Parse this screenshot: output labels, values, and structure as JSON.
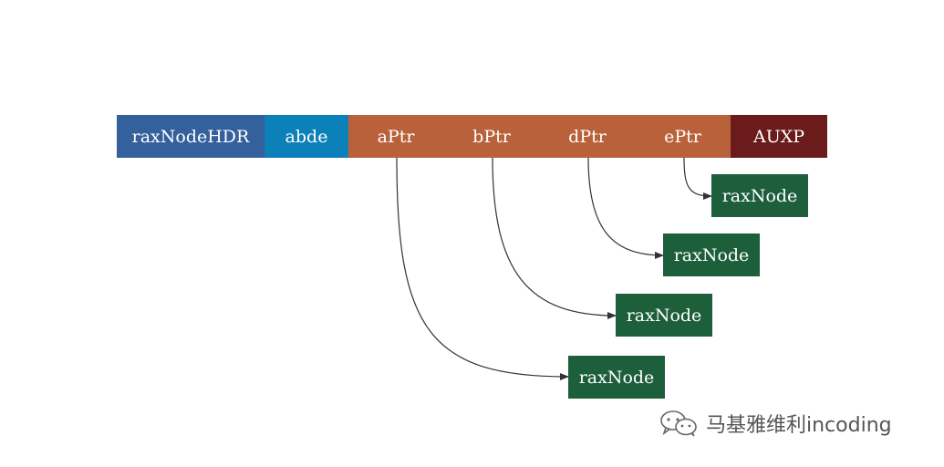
{
  "header_segments": [
    {
      "label": "raxNodeHDR",
      "color": "#34609c"
    },
    {
      "label": "abde",
      "color": "#0c80b8"
    },
    {
      "label": "aPtr",
      "color": "#b9613a"
    },
    {
      "label": "bPtr",
      "color": "#b9613a"
    },
    {
      "label": "dPtr",
      "color": "#b9613a"
    },
    {
      "label": "ePtr",
      "color": "#b9613a"
    },
    {
      "label": "AUXP",
      "color": "#6c1b1d"
    }
  ],
  "child_nodes": [
    {
      "label": "raxNode",
      "from": "ePtr"
    },
    {
      "label": "raxNode",
      "from": "dPtr"
    },
    {
      "label": "raxNode",
      "from": "bPtr"
    },
    {
      "label": "raxNode",
      "from": "aPtr"
    }
  ],
  "colors": {
    "child_node": "#1d5e3b",
    "arrow": "#333333"
  },
  "watermark": {
    "text": "马基雅维利incoding",
    "icon": "wechat-icon"
  }
}
